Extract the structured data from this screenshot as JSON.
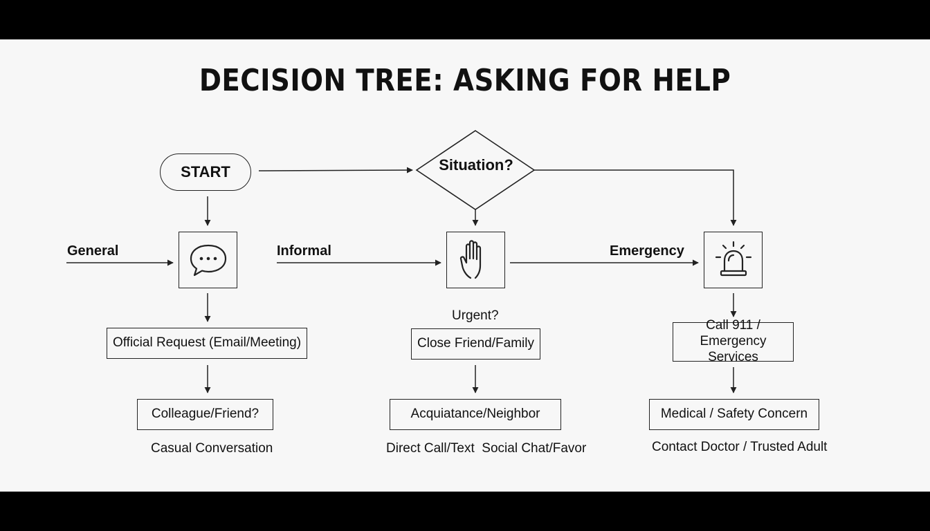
{
  "title": "DECISION TREE: ASKING FOR HELP",
  "start": "START",
  "decision": "Situation?",
  "branches": {
    "general": "General",
    "informal": "Informal",
    "emergency": "Emergency"
  },
  "icons": {
    "general": "speech-bubble-icon",
    "informal": "raised-hand-icon",
    "emergency": "siren-icon"
  },
  "left": {
    "box1": "Official Request (Email/Meeting)",
    "box2": "Colleague/Friend?",
    "footer": "Casual Conversation"
  },
  "middle": {
    "question": "Urgent?",
    "box1": "Close Friend/Family",
    "box2": "Acquiatance/Neighbor",
    "footer": "Direct Call/Text  Social Chat/Favor"
  },
  "right": {
    "box1_line1": "Call 911 /",
    "box1_line2": "Emergency Services",
    "box2": "Medical / Safety Concern",
    "footer": "Contact Doctor / Trusted Adult"
  }
}
